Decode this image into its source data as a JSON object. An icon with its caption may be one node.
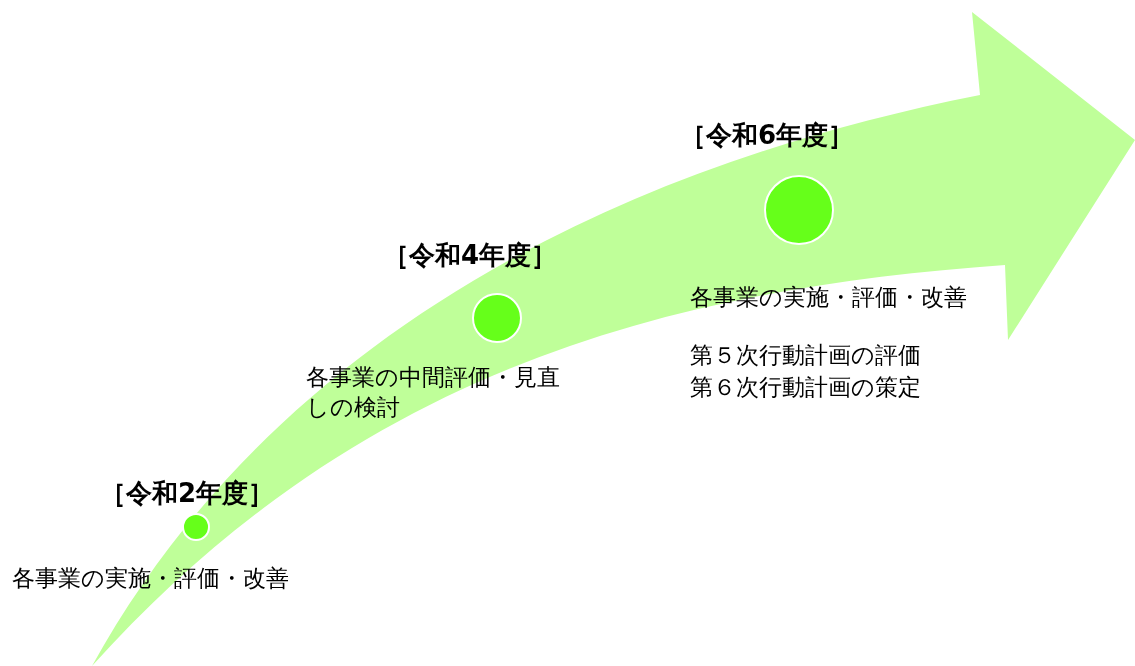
{
  "diagram": {
    "nodes": [
      {
        "text": [],
        "shape": "circle",
        "beside": [
          "［令和2年度］",
          "各事業の実施・評価・改善"
        ]
      },
      {
        "text": [],
        "shape": "circle",
        "beside": [
          "［令和4年度］",
          "各事業の中間評価・見直しの検討"
        ]
      },
      {
        "text": [],
        "shape": "circle",
        "beside": [
          "［令和6年度］",
          "各事業の実施・評価・改善",
          "第５次行動計画の評価",
          "第６次行動計画の策定"
        ]
      }
    ]
  }
}
